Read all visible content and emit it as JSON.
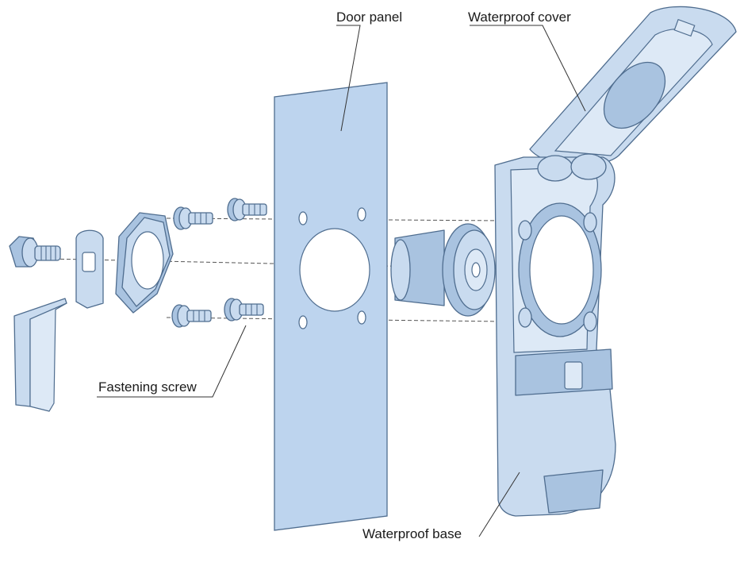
{
  "labels": {
    "door_panel": "Door panel",
    "waterproof_cover": "Waterproof cover",
    "fastening_screw": "Fastening screw",
    "waterproof_base": "Waterproof base"
  },
  "colors": {
    "part_fill": "#c9dbef",
    "part_outline": "#4f6d8f",
    "panel_fill": "#bdd4ee"
  }
}
